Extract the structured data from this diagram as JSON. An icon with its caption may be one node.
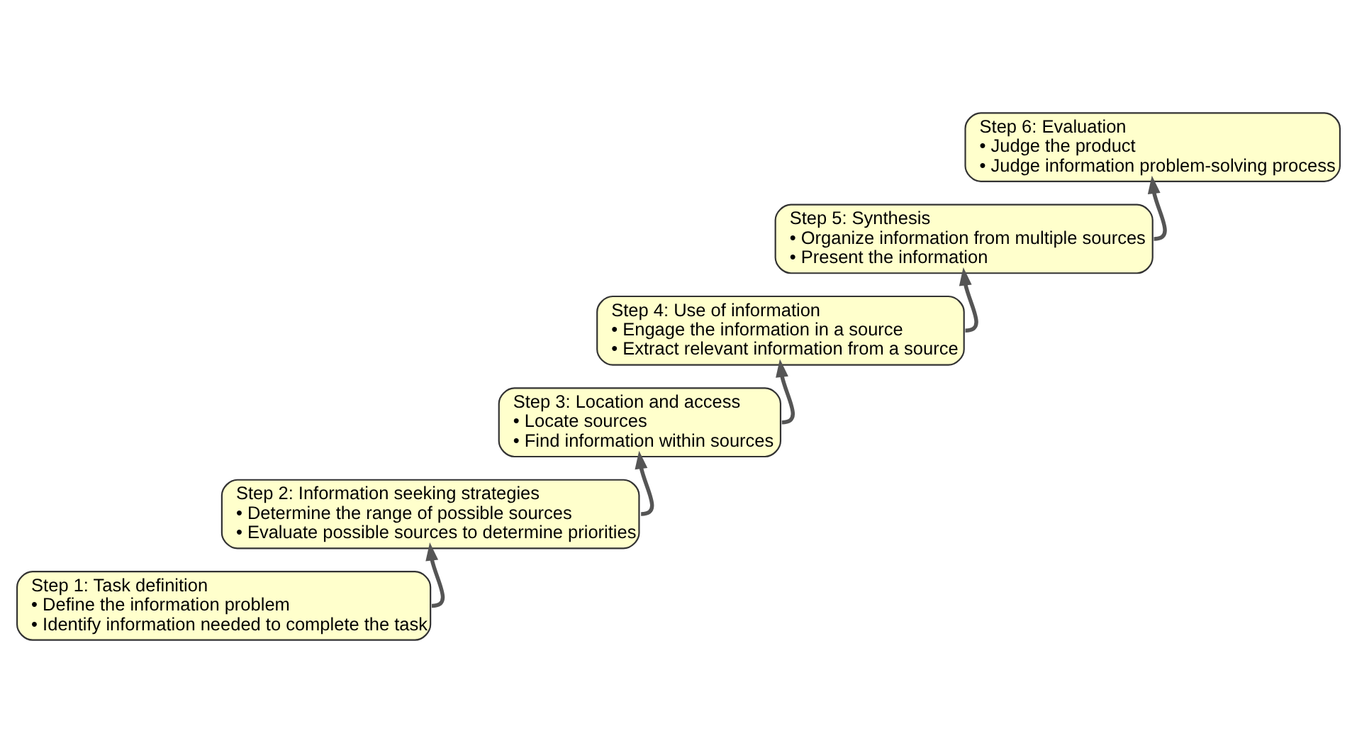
{
  "diagram": {
    "nodes": [
      {
        "text": [
          "Step 1: Task definition",
          "• Define the information problem",
          "• Identify information needed to complete the task"
        ]
      },
      {
        "text": [
          "Step 2: Information seeking strategies",
          "• Determine the range of possible sources",
          "• Evaluate possible sources to determine priorities"
        ]
      },
      {
        "text": [
          "Step 3: Location and access",
          "• Locate sources",
          "• Find information within sources"
        ]
      },
      {
        "text": [
          "Step 4: Use of information",
          "• Engage the information in a source",
          "• Extract relevant information from a source"
        ]
      },
      {
        "text": [
          "Step 5: Synthesis",
          "• Organize information from multiple sources",
          "• Present the information"
        ]
      },
      {
        "text": [
          "Step 6: Evaluation",
          "• Judge the product",
          "• Judge information problem-solving process"
        ]
      }
    ],
    "edges": [
      {
        "from": 0,
        "to": 1,
        "arrow": "to"
      },
      {
        "from": 1,
        "to": 2,
        "arrow": "to"
      },
      {
        "from": 2,
        "to": 3,
        "arrow": "to"
      },
      {
        "from": 3,
        "to": 4,
        "arrow": "to"
      },
      {
        "from": 4,
        "to": 5,
        "arrow": "to"
      }
    ]
  }
}
